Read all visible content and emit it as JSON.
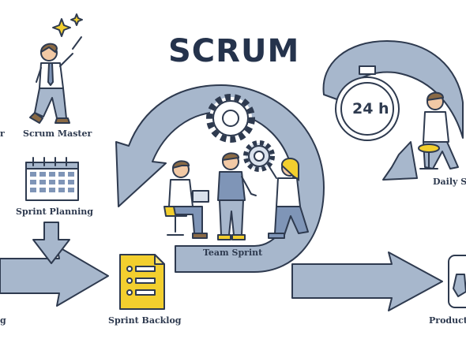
{
  "diagram": {
    "title": "SCRUM",
    "labels": {
      "scrum_master": "Scrum Master",
      "sprint_planning": "Sprint Planning",
      "team_sprint": "Team Sprint",
      "sprint_backlog": "Sprint Backlog",
      "daily_scrum": "Daily S",
      "product": "Product",
      "left_cut": "g",
      "left_cut_top": "r"
    },
    "timer": "24 h",
    "colors": {
      "arrow": "#a7b7cc",
      "outline": "#2e3a4f",
      "accent_yellow": "#f3cf2e",
      "calendar_blue": "#7f95b7",
      "skin": "#f2c9a5",
      "hair": "#8a6a45"
    },
    "icons": [
      "gear-icon",
      "calendar-icon",
      "stopwatch-icon",
      "document-icon",
      "sparkle-icon",
      "product-box-icon"
    ]
  }
}
